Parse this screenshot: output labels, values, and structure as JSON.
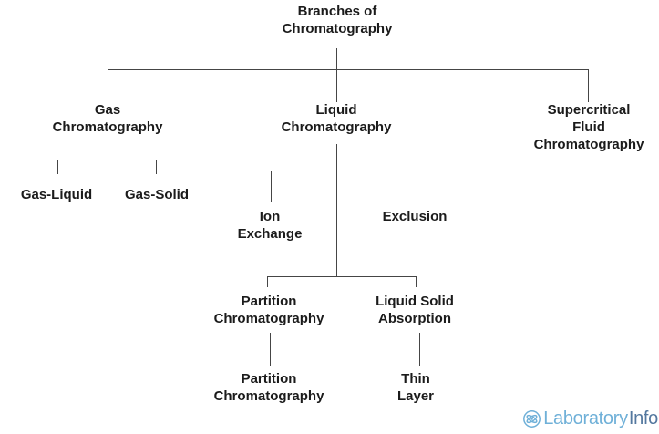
{
  "nodes": {
    "title": "Branches of\nChromatography",
    "gas": "Gas\nChromatography",
    "liquid": "Liquid\nChromatography",
    "supercritical": "Supercritical\nFluid\nChromatography",
    "gas_liquid": "Gas-Liquid",
    "gas_solid": "Gas-Solid",
    "ion_exchange": "Ion\nExchange",
    "exclusion": "Exclusion",
    "partition": "Partition\nChromatography",
    "liquid_solid_absorption": "Liquid Solid\nAbsorption",
    "partition_child": "Partition\nChromatography",
    "thin_layer": "Thin\nLayer"
  },
  "logo": {
    "brand_primary": "Laboratory",
    "brand_secondary": "Info",
    "icon": "atom-icon"
  },
  "colors": {
    "background": "#ffffff",
    "text": "#1b1b1b",
    "line": "#454545",
    "logo_primary": "#6fb0d8",
    "logo_secondary": "#54789f"
  }
}
